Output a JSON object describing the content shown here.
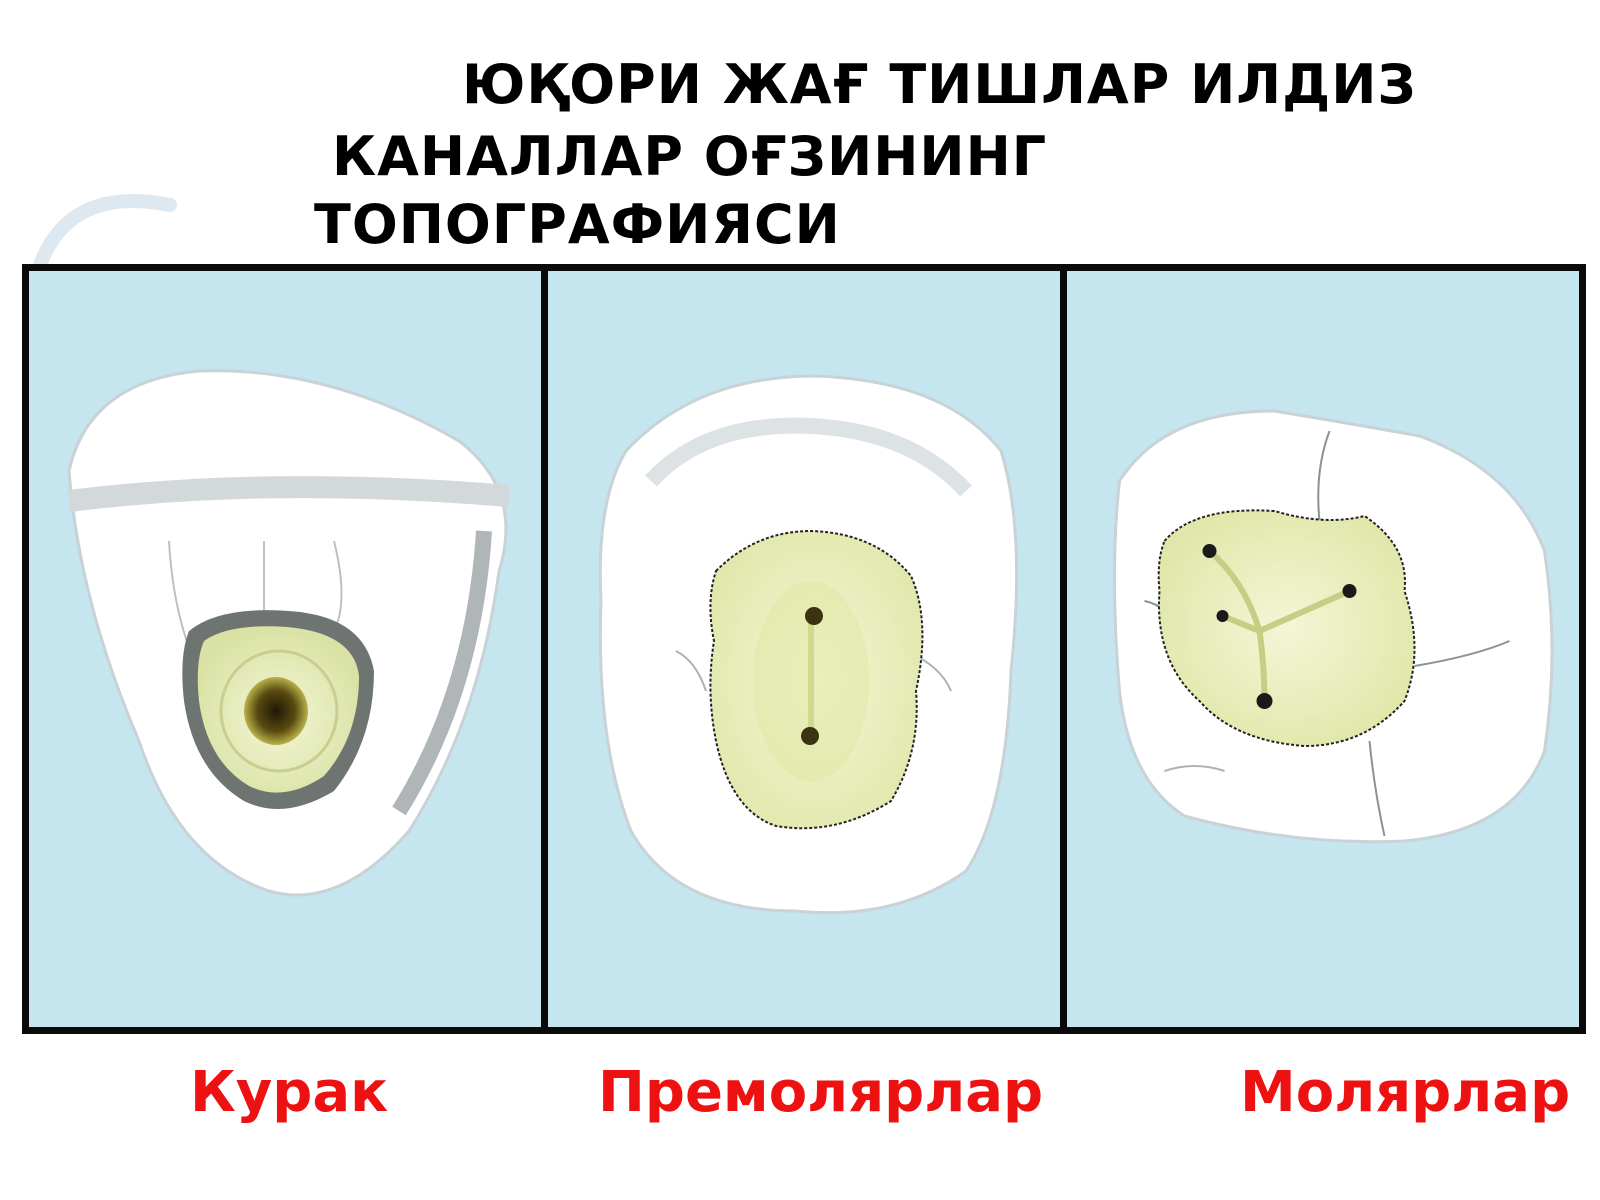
{
  "title": {
    "line1": "ЮҚОРИ ЖАҒ ТИШЛАР ИЛДИЗ",
    "line2": "КАНАЛЛАР ОҒЗИНИНГ",
    "line3": "ТОПОГРАФИЯСИ"
  },
  "captions": {
    "incisor": "Курак",
    "premolars": "Премолярлар",
    "molars": "Молярлар"
  },
  "colors": {
    "panel_background": "#c5e5ef",
    "caption": "#ee1111",
    "title": "#000000",
    "enamel": "#ffffff",
    "pulp_floor": "#e8eeb6",
    "canal_orifice": "#2a2410"
  }
}
